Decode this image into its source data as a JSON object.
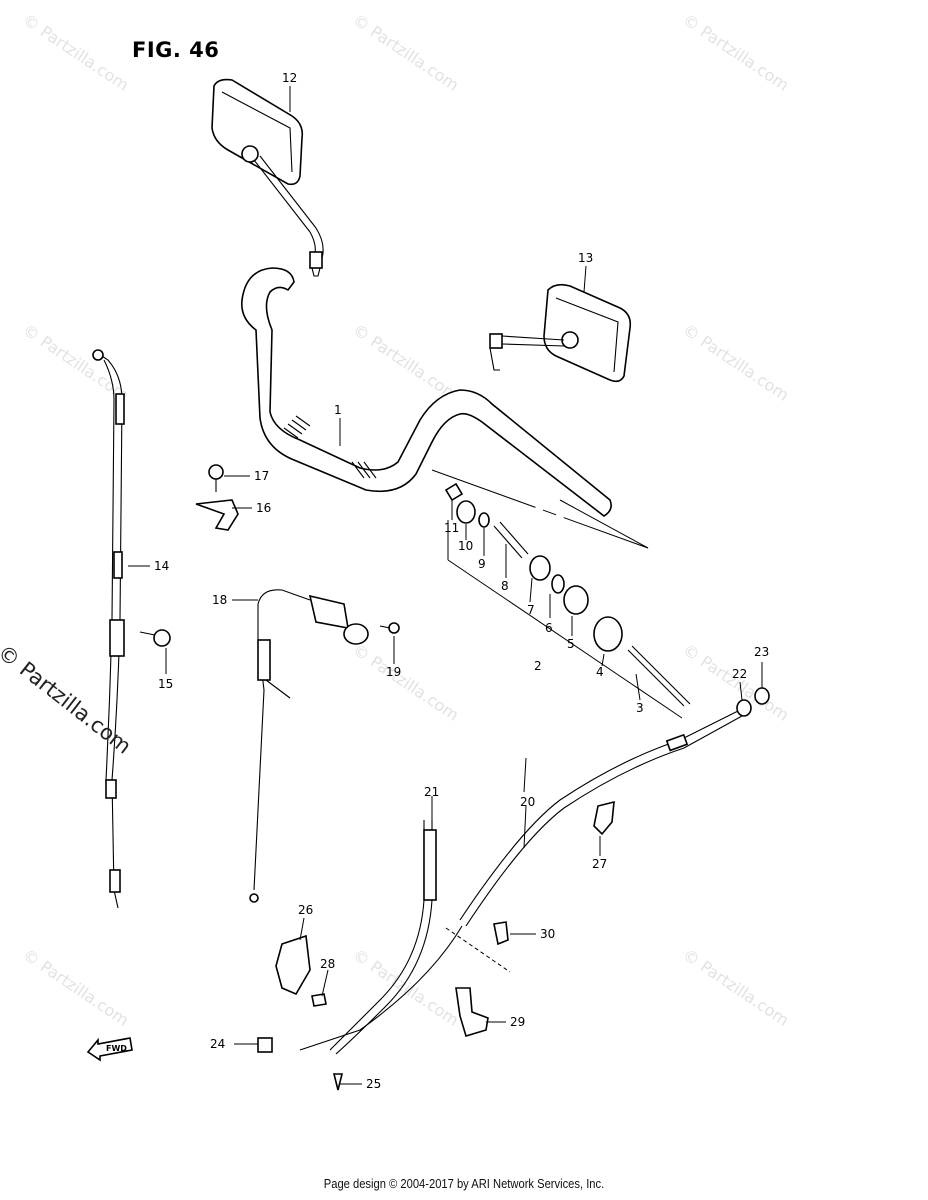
{
  "figure": {
    "title": "FIG. 46"
  },
  "watermark": {
    "text": "© Partzilla.com"
  },
  "footer": {
    "text": "Page design © 2004-2017 by ARI Network Services, Inc."
  },
  "fwd_label": "FWD",
  "labels": [
    "1",
    "2",
    "3",
    "4",
    "5",
    "6",
    "7",
    "8",
    "9",
    "10",
    "11",
    "12",
    "13",
    "14",
    "15",
    "16",
    "17",
    "18",
    "19",
    "20",
    "21",
    "22",
    "23",
    "24",
    "25",
    "26",
    "27",
    "28",
    "29",
    "30"
  ]
}
